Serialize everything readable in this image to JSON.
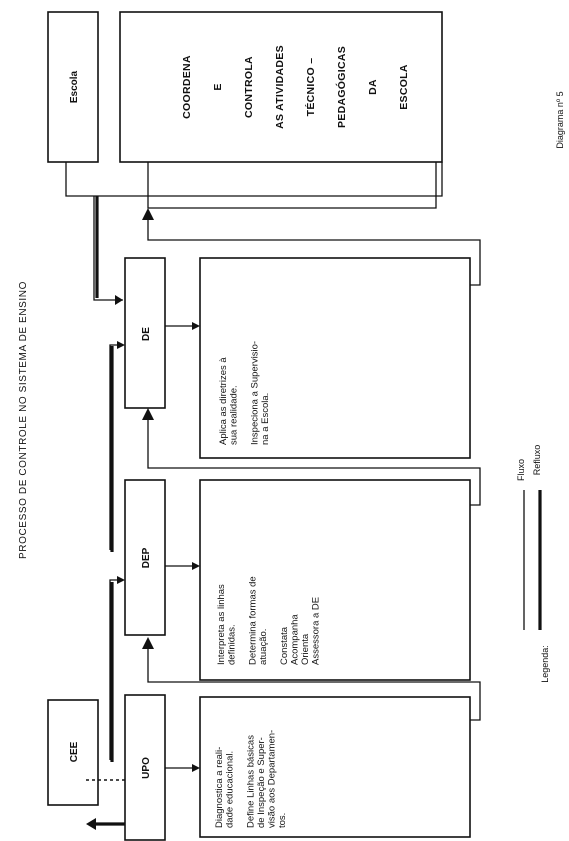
{
  "title": "PROCESSO DE CONTROLE NO SISTEMA DE ENSINO",
  "diagram_label": "Diagrama nº 5",
  "escola": {
    "label": "Escola",
    "role_lines": [
      "COORDENA",
      "E",
      "CONTROLA",
      "AS ATIVIDADES",
      "TÉCNICO –",
      "PEDAGÓGICAS",
      "DA",
      "ESCOLA"
    ]
  },
  "units": {
    "cee": "CEE",
    "upo": "UPO",
    "dep": "DEP",
    "de": "DE"
  },
  "descriptions": {
    "upo": [
      "Diagnostica a reali-",
      "dade educacional.",
      "",
      "Define Linhas básicas",
      "de Inspeção e Super-",
      "visão aos Departamen-",
      "tos."
    ],
    "dep": [
      "Interpreta as linhas",
      "definidas.",
      "",
      "Determina formas de",
      "atuação.",
      "",
      "Constata",
      "Acompanha",
      "Orienta",
      "Assessora a DE"
    ],
    "de": [
      "Aplica as diretrizes à",
      "sua realidade.",
      "",
      "Inspeciona a Supervisio-",
      "na a Escola."
    ]
  },
  "legend": {
    "label": "Legenda:",
    "fluxo": "Fluxo",
    "refluxo": "Refluxo"
  }
}
